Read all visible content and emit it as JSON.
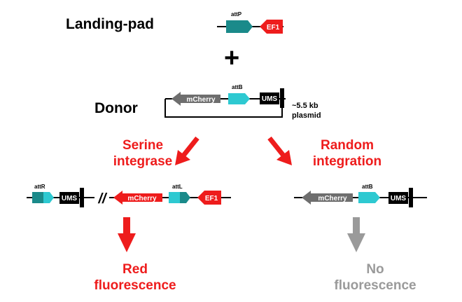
{
  "labels": {
    "landing_pad": "Landing-pad",
    "plus": "+",
    "donor": "Donor",
    "plasmid_size": "~5.5 kb",
    "plasmid_word": "plasmid",
    "serine_line1": "Serine",
    "serine_line2": "integrase",
    "random_line1": "Random",
    "random_line2": "integration",
    "red_line1": "Red",
    "red_line2": "fluorescence",
    "no_line1": "No",
    "no_line2": "fluorescence"
  },
  "elements": {
    "attP": "attP",
    "attB": "attB",
    "attR": "attR",
    "attL": "attL",
    "EF1": "EF1",
    "UMS": "UMS",
    "mCherry": "mCherry",
    "break": "//"
  },
  "colors": {
    "teal": "#1a8a8a",
    "cyan": "#2ec9d1",
    "red": "#ee1c1c",
    "grey_arrow": "#6e6e6e",
    "light_grey": "#9a9a9a",
    "black": "#000000"
  }
}
